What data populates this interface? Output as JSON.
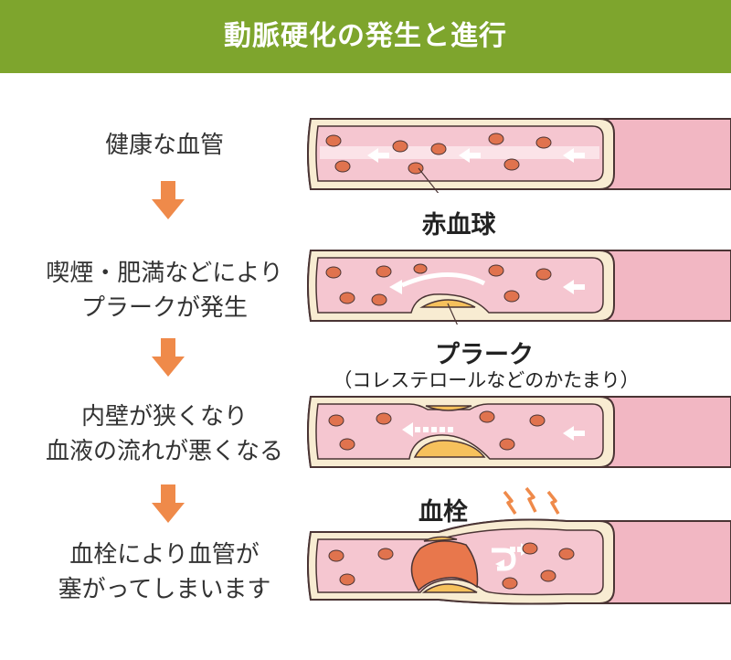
{
  "title": "動脈硬化の発生と進行",
  "stages": [
    {
      "line1": "健康な血管",
      "line2": ""
    },
    {
      "line1": "喫煙・肥満などにより",
      "line2": "プラークが発生"
    },
    {
      "line1": "内壁が狭くなり",
      "line2": "血液の流れが悪くなる"
    },
    {
      "line1": "血栓により血管が",
      "line2": "塞がってしまいます"
    }
  ],
  "labels": {
    "rbc": "赤血球",
    "plaque": "プラーク",
    "plaque_note": "（コレステロールなどのかたまり）",
    "thrombus": "血栓"
  },
  "colors": {
    "header": "#7ea52d",
    "arrow": "#ef8a4a",
    "vessel_outer": "#f2b7c3",
    "vessel_wall": "#f8ecd2",
    "lumen": "#f5c6d0",
    "rbc": "#e0734e",
    "plaque": "#f6c15c",
    "thrombus": "#e8774c"
  }
}
